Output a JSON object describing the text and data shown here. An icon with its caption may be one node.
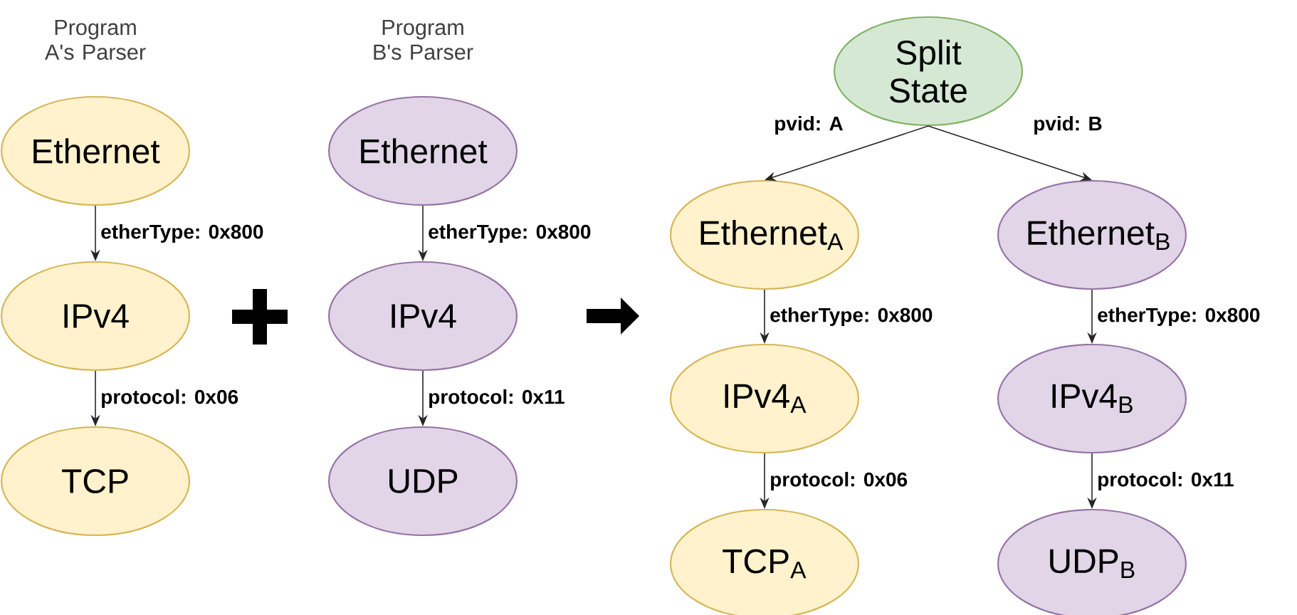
{
  "diagram": {
    "nodes": [
      {
        "text": [
          "Ethernet"
        ]
      },
      {
        "text": [
          "IPv4"
        ]
      },
      {
        "text": [
          "TCP"
        ]
      },
      {
        "text": [
          "Ethernet"
        ]
      },
      {
        "text": [
          "IPv4"
        ]
      },
      {
        "text": [
          "UDP"
        ]
      },
      {
        "text": [
          "Split State"
        ]
      },
      {
        "text": [
          "Ethernet$_{A}$"
        ]
      },
      {
        "text": [
          "IPv4$_{A}$"
        ]
      },
      {
        "text": [
          "TCP$_{A}$"
        ]
      },
      {
        "text": [
          "Ethernet$_{B}$"
        ]
      },
      {
        "text": [
          "IPv4$_{B}$"
        ]
      },
      {
        "text": [
          "UDP$_{B}$"
        ]
      }
    ],
    "edges": [
      {
        "from": 0,
        "to": 1,
        "arrow": "to",
        "label": "etherType: 0x800"
      },
      {
        "from": 1,
        "to": 2,
        "arrow": "to",
        "label": "protocol: 0x06"
      },
      {
        "from": 3,
        "to": 4,
        "arrow": "to",
        "label": "etherType: 0x800"
      },
      {
        "from": 4,
        "to": 5,
        "arrow": "to",
        "label": "protocol: 0x11"
      },
      {
        "from": 6,
        "to": 7,
        "arrow": "to",
        "label": "pvid: A"
      },
      {
        "from": 6,
        "to": 10,
        "arrow": "to",
        "label": "pvid: B"
      },
      {
        "from": 7,
        "to": 8,
        "arrow": "to",
        "label": "etherType: 0x800"
      },
      {
        "from": 8,
        "to": 9,
        "arrow": "to",
        "label": "protocol: 0x06"
      },
      {
        "from": 10,
        "to": 11,
        "arrow": "to",
        "label": "etherType: 0x800"
      },
      {
        "from": 11,
        "to": 12,
        "arrow": "to",
        "label": "protocol: 0x11"
      }
    ],
    "labels": [
      "Program A's Parser",
      "Program B's Parser"
    ]
  }
}
